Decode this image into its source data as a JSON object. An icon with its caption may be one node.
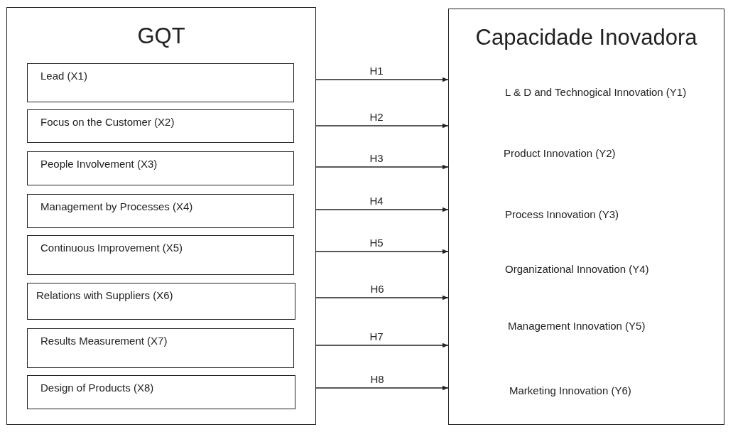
{
  "diagram": {
    "nodes": [
      {
        "text": [
          "GQT"
        ]
      },
      {
        "text": [
          "Lead (X1)"
        ],
        "in": 0
      },
      {
        "text": [
          "Focus on the Customer (X2)"
        ],
        "in": 0
      },
      {
        "text": [
          "People Involvement (X3)"
        ],
        "in": 0
      },
      {
        "text": [
          "Management by Processes (X4)"
        ],
        "in": 0
      },
      {
        "text": [
          "Continuous Improvement (X5)"
        ],
        "in": 0
      },
      {
        "text": [
          "Relations with Suppliers (X6)"
        ],
        "in": 0
      },
      {
        "text": [
          "Results Measurement (X7)"
        ],
        "in": 0
      },
      {
        "text": [
          "Design of Products (X8)"
        ],
        "in": 0
      },
      {
        "text": [
          "Capacidade Inovadora",
          "L & D and Technogical Innovation (Y1)",
          "Product Innovation (Y2)",
          "Process Innovation (Y3)",
          "Organizational Innovation (Y4)",
          "Management Innovation (Y5)",
          "Marketing Innovation (Y6)"
        ]
      }
    ],
    "edges": [
      {
        "from": 1,
        "to": 9,
        "arrow": "to",
        "label": "H1"
      },
      {
        "from": 2,
        "to": 9,
        "arrow": "to",
        "label": "H2"
      },
      {
        "from": 3,
        "to": 9,
        "arrow": "to",
        "label": "H3"
      },
      {
        "from": 4,
        "to": 9,
        "arrow": "to",
        "label": "H4"
      },
      {
        "from": 5,
        "to": 9,
        "arrow": "to",
        "label": "H5"
      },
      {
        "from": 6,
        "to": 9,
        "arrow": "to",
        "label": "H6"
      },
      {
        "from": 7,
        "to": 9,
        "arrow": "to",
        "label": "H7"
      },
      {
        "from": 8,
        "to": 9,
        "arrow": "to",
        "label": "H8"
      }
    ]
  }
}
